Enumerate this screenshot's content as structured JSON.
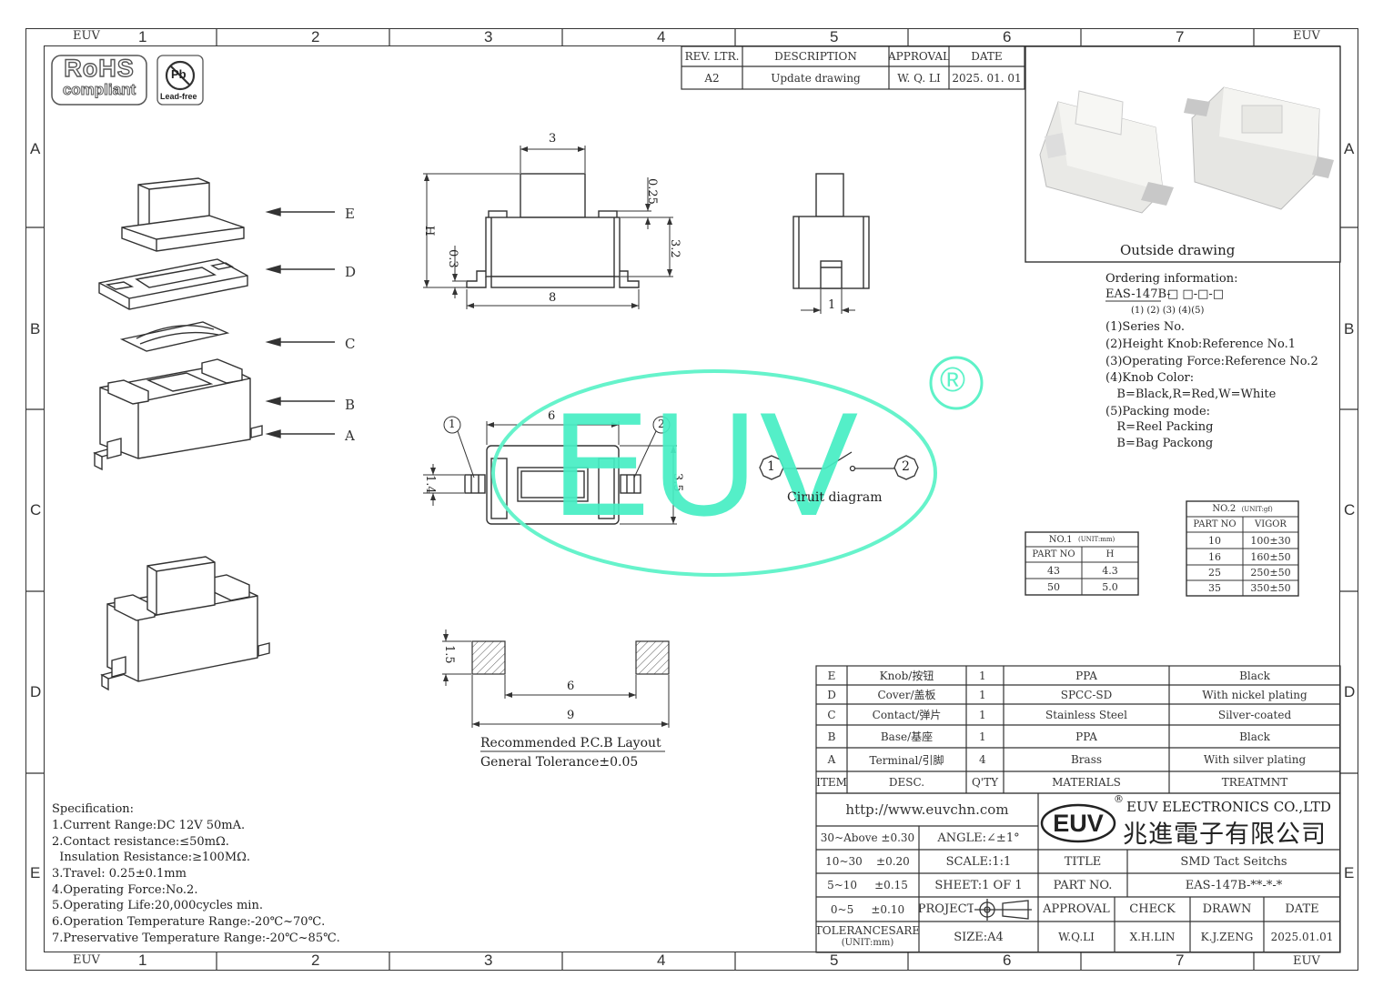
{
  "border": {
    "col_labels": [
      "1",
      "2",
      "3",
      "4",
      "5",
      "6",
      "7"
    ],
    "row_labels": [
      "A",
      "B",
      "C",
      "D",
      "E"
    ],
    "corner_label": "EUV"
  },
  "logos": {
    "rohs_line1": "RoHS",
    "rohs_line2": "compliant",
    "pb_symbol": "Pb",
    "leadfree": "Lead-free"
  },
  "revision": {
    "headers": [
      "REV. LTR.",
      "DESCRIPTION",
      "APPROVAL",
      "DATE"
    ],
    "row": [
      "A2",
      "Update drawing",
      "W. Q. LI",
      "2025. 01. 01"
    ]
  },
  "exploded_callouts": [
    "E",
    "D",
    "C",
    "B",
    "A"
  ],
  "top_view_dims": {
    "top": "3",
    "right_small": "0.25",
    "height": "H",
    "body": "3.2",
    "lead": "0.3",
    "width": "8"
  },
  "side_view_dims": {
    "lead": "1"
  },
  "bottom_view_dims": {
    "width": "6",
    "left_h": "1.4",
    "right_h": "3.5",
    "pin1": "1",
    "pin2": "2"
  },
  "pcb_layout": {
    "pad_h": "1.5",
    "inner": "6",
    "outer": "9",
    "title": "Recommended P.C.B Layout",
    "tolerance": "General Tolerance±0.05"
  },
  "circuit": {
    "pin1": "1",
    "pin2": "2",
    "label": "Ciruit diagram"
  },
  "watermark": {
    "text": "EUV",
    "registered": "®"
  },
  "outside": {
    "label": "Outside drawing"
  },
  "ordering": {
    "title": "Ordering information:",
    "code_prefix": "EAS-147B-",
    "code_boxes": "□ □-□-□",
    "code_indices": "(1)   (2)   (3) (4)(5)",
    "lines": [
      "(1)Series No.",
      "(2)Height Knob:Reference No.1",
      "(3)Operating Force:Reference No.2",
      "(4)Knob Color:",
      "   B=Black,R=Red,W=White",
      "(5)Packing mode:",
      "   R=Reel Packing",
      "   B=Bag Packong"
    ]
  },
  "table_no1": {
    "title": "NO.1",
    "unit": "(UNIT:mm)",
    "headers": [
      "PART NO",
      "H"
    ],
    "rows": [
      [
        "43",
        "4.3"
      ],
      [
        "50",
        "5.0"
      ]
    ]
  },
  "table_no2": {
    "title": "NO.2",
    "unit": "(UNIT:gf)",
    "headers": [
      "PART NO",
      "VIGOR"
    ],
    "rows": [
      [
        "10",
        "100±30"
      ],
      [
        "16",
        "160±50"
      ],
      [
        "25",
        "250±50"
      ],
      [
        "35",
        "350±50"
      ]
    ]
  },
  "bom": {
    "rows": [
      [
        "E",
        "Knob/按钮",
        "1",
        "PPA",
        "Black"
      ],
      [
        "D",
        "Cover/盖板",
        "1",
        "SPCC-SD",
        "With nickel plating"
      ],
      [
        "C",
        "Contact/弹片",
        "1",
        "Stainless Steel",
        "Silver-coated"
      ],
      [
        "B",
        "Base/基座",
        "1",
        "PPA",
        "Black"
      ],
      [
        "A",
        "Terminal/引脚",
        "4",
        "Brass",
        "With silver plating"
      ]
    ],
    "headers": [
      "ITEM",
      "DESC.",
      "Q'TY",
      "MATERIALS",
      "TREATMNT"
    ]
  },
  "title_block": {
    "url": "http://www.euvchn.com",
    "logo": "EUV",
    "company_en": "EUV ELECTRONICS CO.,LTD",
    "company_cn": "兆進電子有限公司",
    "tolerances": [
      [
        "30~Above",
        "±0.30"
      ],
      [
        "10~30",
        "±0.20"
      ],
      [
        "5~10",
        "±0.15"
      ],
      [
        "0~5",
        "±0.10"
      ]
    ],
    "angle": "ANGLE:∠±1°",
    "scale": "SCALE:1:1",
    "sheet": "SHEET:1 OF 1",
    "project": "PROJECT",
    "title_label": "TITLE",
    "title_value": "SMD Tact Seitchs",
    "partno_label": "PART NO.",
    "partno_value": "EAS-147B-**-*-*",
    "sign_headers": [
      "APPROVAL",
      "CHECK",
      "DRAWN",
      "DATE"
    ],
    "sign_values": [
      "W.Q.LI",
      "X.H.LIN",
      "K.J.ZENG",
      "2025.01.01"
    ],
    "tol_label": "TOLERANCESARE",
    "tol_unit": "(UNIT:mm)",
    "size": "SIZE:A4"
  },
  "specification": {
    "title": "Specification:",
    "lines": [
      "1.Current Range:DC 12V 50mA.",
      "2.Contact resistance:≤50mΩ.",
      "  Insulation Resistance:≥100MΩ.",
      "3.Travel: 0.25±0.1mm",
      "4.Operating Force:No.2.",
      "5.Operating Life:20,000cycles min.",
      "6.Operation Temperature Range:-20℃~70℃.",
      "7.Preservative Temperature Range:-20℃~85℃."
    ]
  }
}
